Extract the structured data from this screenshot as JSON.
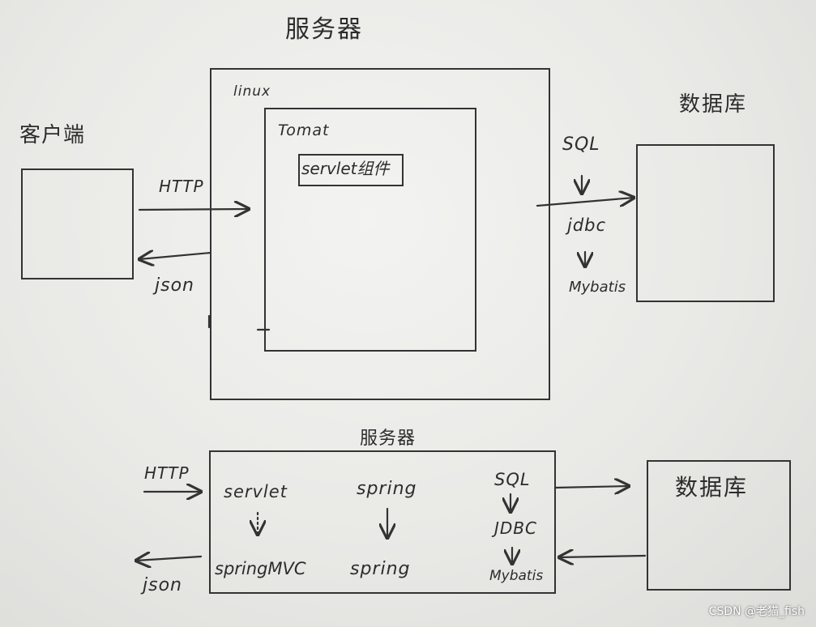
{
  "top_diagram": {
    "server_title": "服务器",
    "client_label": "客户端",
    "linux_label": "linux",
    "tomcat_label": "Tomat",
    "servlet_component": "servlet组件",
    "request_protocol": "HTTP",
    "response_format": "json",
    "database_label": "数据库",
    "stack": [
      "SQL",
      "jdbc",
      "Mybatis"
    ]
  },
  "bottom_diagram": {
    "server_title": "服务器",
    "request_protocol": "HTTP",
    "response_format": "json",
    "database_label": "数据库",
    "columns": [
      {
        "from": "servlet",
        "to": "springMVC"
      },
      {
        "from": "spring",
        "to": "spring"
      },
      {
        "from": "SQL",
        "middle": "JDBC",
        "to": "Mybatis"
      }
    ]
  },
  "watermark": "CSDN @老猫_fish"
}
